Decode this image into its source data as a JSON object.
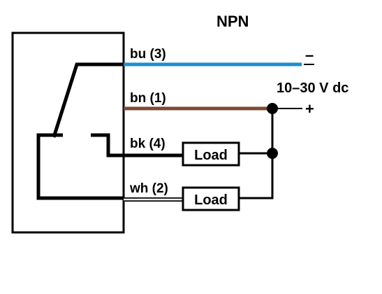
{
  "title": "NPN",
  "supply_label": "10–30 V dc",
  "terminals": {
    "minus": "–",
    "plus": "+"
  },
  "wires": [
    {
      "label": "bu (3)",
      "color": "#1b8fd0"
    },
    {
      "label": "bn (1)",
      "color": "#7b4a35"
    },
    {
      "label": "bk (4)",
      "color": "#000000"
    },
    {
      "label": "wh (2)",
      "color": "#ffffff"
    }
  ],
  "loads": [
    "Load",
    "Load"
  ]
}
